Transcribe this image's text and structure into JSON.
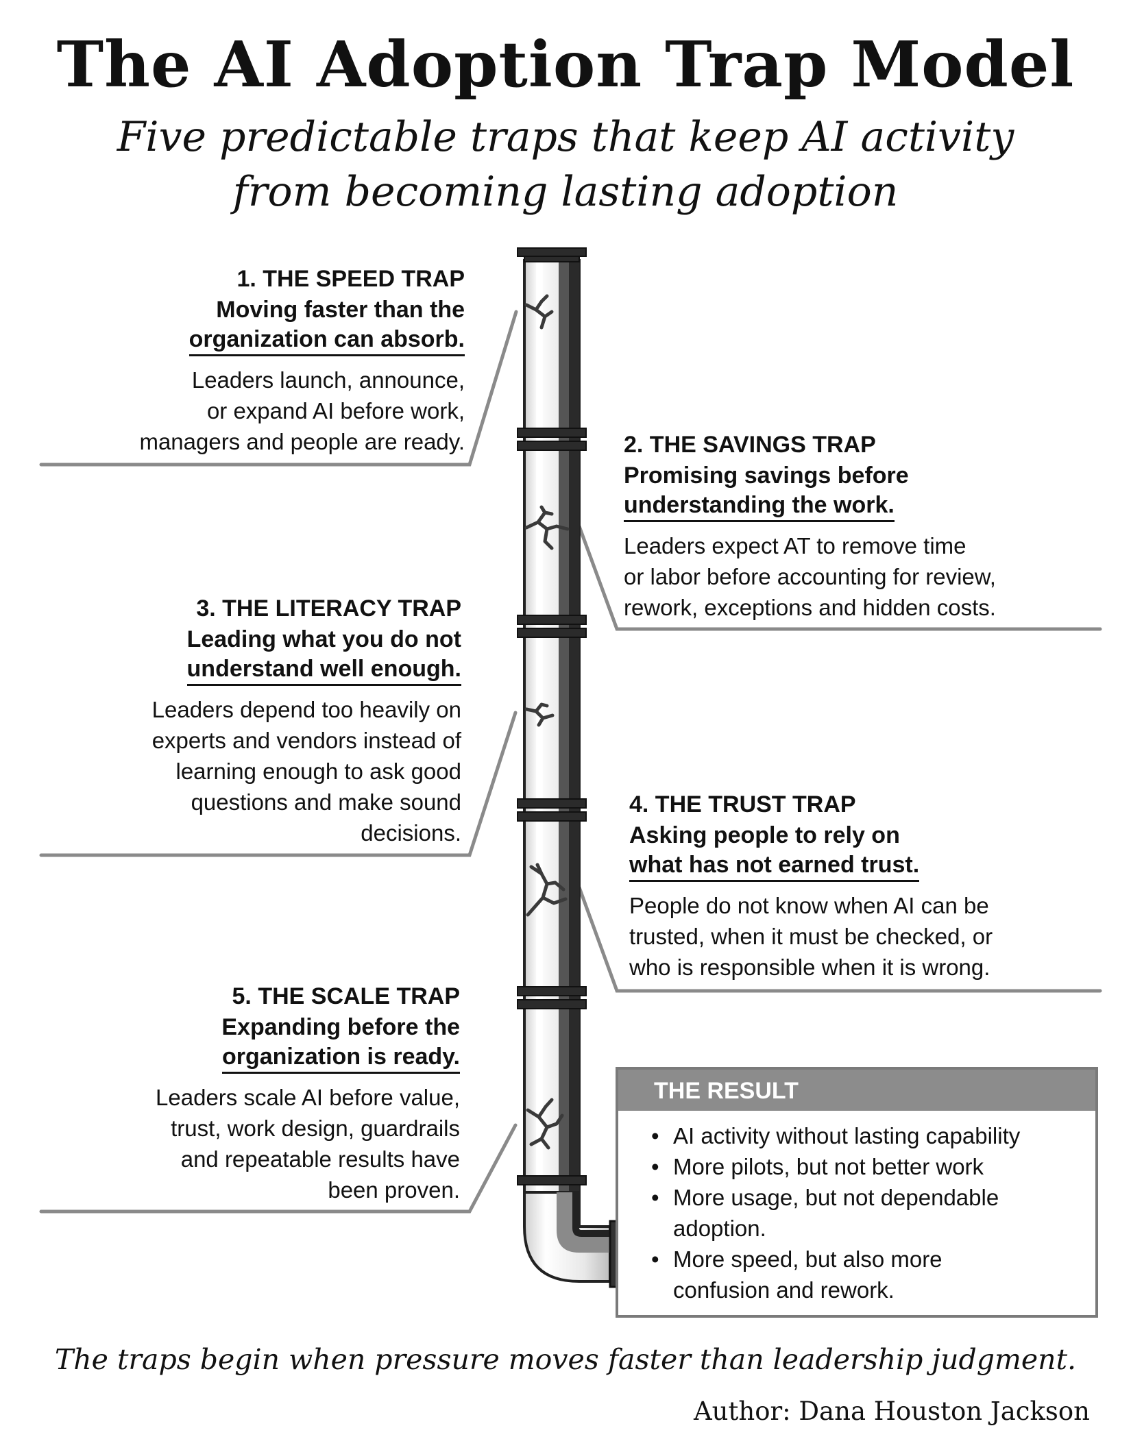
{
  "title": "The AI Adoption Trap Model",
  "subtitle": {
    "line1": "Five predictable traps that keep AI activity",
    "line2": "from becoming lasting adoption"
  },
  "traps": [
    {
      "heading": "1. THE SPEED TRAP",
      "subtitle_lines": [
        "Moving faster than the",
        "organization can absorb."
      ],
      "body_lines": [
        "Leaders launch, announce,",
        "or expand AI before work,",
        "managers and people are ready."
      ]
    },
    {
      "heading": "2. THE SAVINGS TRAP",
      "subtitle_lines": [
        "Promising savings before",
        "understanding the work."
      ],
      "body_lines": [
        "Leaders expect AT to remove time",
        "or labor before accounting for review,",
        "rework, exceptions and hidden costs."
      ]
    },
    {
      "heading": "3. THE LITERACY TRAP",
      "subtitle_lines": [
        "Leading what you do not",
        "understand well enough."
      ],
      "body_lines": [
        "Leaders depend too heavily on",
        "experts and vendors instead of",
        "learning enough to ask good",
        "questions and make sound",
        "decisions."
      ]
    },
    {
      "heading": "4. THE TRUST TRAP",
      "subtitle_lines": [
        "Asking people to rely on",
        "what has not earned trust."
      ],
      "body_lines": [
        "People do not know when AI can be",
        "trusted, when it must be checked, or",
        "who is responsible when it is wrong."
      ]
    },
    {
      "heading": "5. THE SCALE TRAP",
      "subtitle_lines": [
        "Expanding before the",
        "organization is ready."
      ],
      "body_lines": [
        "Leaders scale AI before value,",
        "trust, work design, guardrails",
        "and repeatable results have",
        "been proven."
      ]
    }
  ],
  "result": {
    "heading": "THE RESULT",
    "items": [
      [
        "AI activity without lasting capability"
      ],
      [
        "More pilots, but not better work"
      ],
      [
        "More usage, but not dependable",
        "adoption."
      ],
      [
        "More speed, but also more",
        "confusion and rework."
      ]
    ],
    "bullet": "•"
  },
  "footer": "The traps begin when pressure moves faster than leadership judgment.",
  "author": "Author: Dana Houston Jackson",
  "colors": {
    "text": "#111111",
    "pipe_outline": "#222222",
    "pipe_glass": "#f0f0f0",
    "pipe_shade": "#8a8a8a",
    "leader_line": "#8a8a8a",
    "result_header": "#8c8c8c"
  }
}
